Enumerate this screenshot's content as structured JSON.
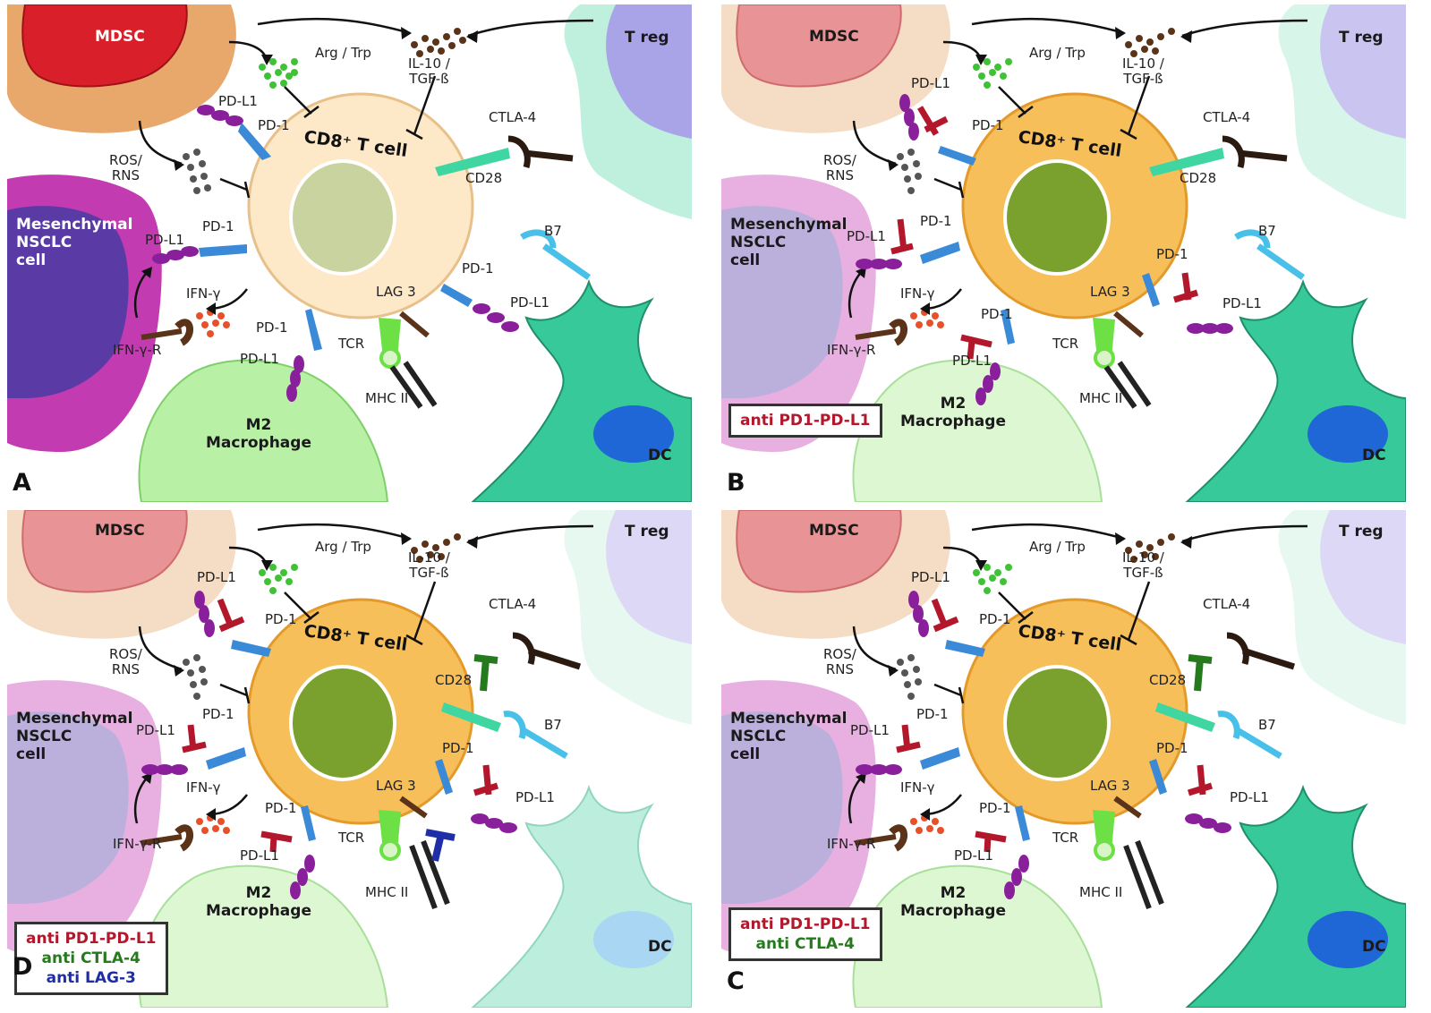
{
  "labels": {
    "mdsc": "MDSC",
    "treg": "T reg",
    "arg_trp": "Arg / Trp",
    "il10_tgf": "IL-10 /\nTGF-ß",
    "cd8_tcell": "CD8⁺ T cell",
    "pdl1": "PD-L1",
    "pd1": "PD-1",
    "ctla4": "CTLA-4",
    "cd28": "CD28",
    "b7": "B7",
    "ros_rns": "ROS/\nRNS",
    "mesenchymal": "Mesenchymal\nNSCLC\ncell",
    "ifng": "IFN-γ",
    "ifngr": "IFN-γ-R",
    "lag3": "LAG 3",
    "tcr": "TCR",
    "mhcii": "MHC II",
    "m2": "M2\nMacrophage",
    "dc": "DC"
  },
  "panels": [
    {
      "id": "A",
      "letter": "A",
      "legend": []
    },
    {
      "id": "B",
      "letter": "B",
      "legend": [
        {
          "text": "anti PD1-PD-L1",
          "color": "pd"
        }
      ]
    },
    {
      "id": "D",
      "letter": "D",
      "legend": [
        {
          "text": "anti PD1-PD-L1",
          "color": "pd"
        },
        {
          "text": "anti CTLA-4",
          "color": "ct"
        },
        {
          "text": "anti LAG-3",
          "color": "lg"
        }
      ]
    },
    {
      "id": "C",
      "letter": "C",
      "legend": [
        {
          "text": "anti PD1-PD-L1",
          "color": "pd"
        },
        {
          "text": "anti CTLA-4",
          "color": "ct"
        }
      ]
    }
  ],
  "colors": {
    "mdsc_body": "#e8a86b",
    "mdsc_nucleus": "#d9202a",
    "treg_body": "#bff0de",
    "treg_nucleus": "#a9a3e8",
    "tcell_inactive": "#fde8c8",
    "tcell_active": "#f7bf5a",
    "nucleus_inactive": "#c9d3a0",
    "nucleus_active": "#7aa12e",
    "nsclc_body": "#c23bb0",
    "nsclc_nucleus": "#5a3ba6",
    "macrophage": "#b8f0a6",
    "dc": "#37c99a",
    "dc_nucleus": "#1f66d6",
    "pd_block": "#b3172b",
    "ctla_block": "#267a1e",
    "lag_block": "#1f2ea6"
  }
}
